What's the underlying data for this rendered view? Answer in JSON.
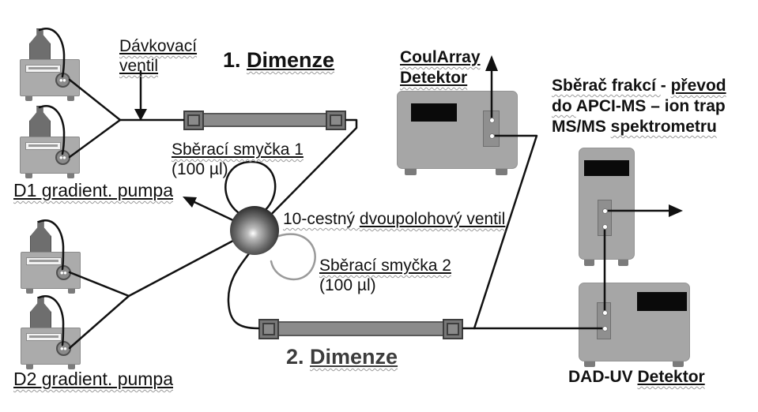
{
  "labels": {
    "davkovaci": [
      [
        [
          "Dávkovací",
          "uw"
        ]
      ],
      [
        [
          "ventil",
          "uw"
        ]
      ]
    ],
    "dim1": [
      [
        [
          "1. ",
          "p"
        ],
        [
          "Dimenze",
          "uw"
        ]
      ]
    ],
    "smycka1": [
      [
        [
          "Sběrací smyčka 1",
          "uw"
        ]
      ],
      [
        [
          "(100 µl)",
          "p"
        ]
      ]
    ],
    "valve": [
      [
        [
          "10-cestný ",
          "w"
        ],
        [
          "dvoupolohový ventil",
          "uw"
        ]
      ]
    ],
    "smycka2": [
      [
        [
          "Sběrací smyčka 2",
          "uw"
        ]
      ],
      [
        [
          "(100 µl)",
          "p"
        ]
      ]
    ],
    "dim2": [
      [
        [
          "2. ",
          "p"
        ],
        [
          "Dimenze",
          "uw"
        ]
      ]
    ],
    "d1pump": [
      [
        [
          "D1 gradient. pumpa",
          "uw"
        ]
      ]
    ],
    "d2pump": [
      [
        [
          "D2 gradient. pumpa",
          "uw"
        ]
      ]
    ],
    "coularray": [
      [
        [
          "CoulArray",
          "uw"
        ]
      ],
      [
        [
          "Detektor",
          "uw"
        ]
      ]
    ],
    "fraction": [
      [
        [
          "Sběrač frakcí ",
          "w"
        ],
        [
          "- ",
          "p"
        ],
        [
          "převod",
          "uw"
        ]
      ],
      [
        [
          "do ",
          "w"
        ],
        [
          "APCI-MS – ion trap",
          "p"
        ]
      ],
      [
        [
          "MS/MS ",
          "p"
        ],
        [
          "spektrometru",
          "w"
        ]
      ]
    ],
    "dad": [
      [
        [
          "DAD-UV ",
          "p"
        ],
        [
          "Detektor",
          "uw"
        ]
      ]
    ]
  },
  "colors": {
    "line": "#111111",
    "loop2": "#9a9a9a",
    "box_gray": "#a6a6a6",
    "dim2_text": "#3c3c3c",
    "background": "#ffffff"
  }
}
